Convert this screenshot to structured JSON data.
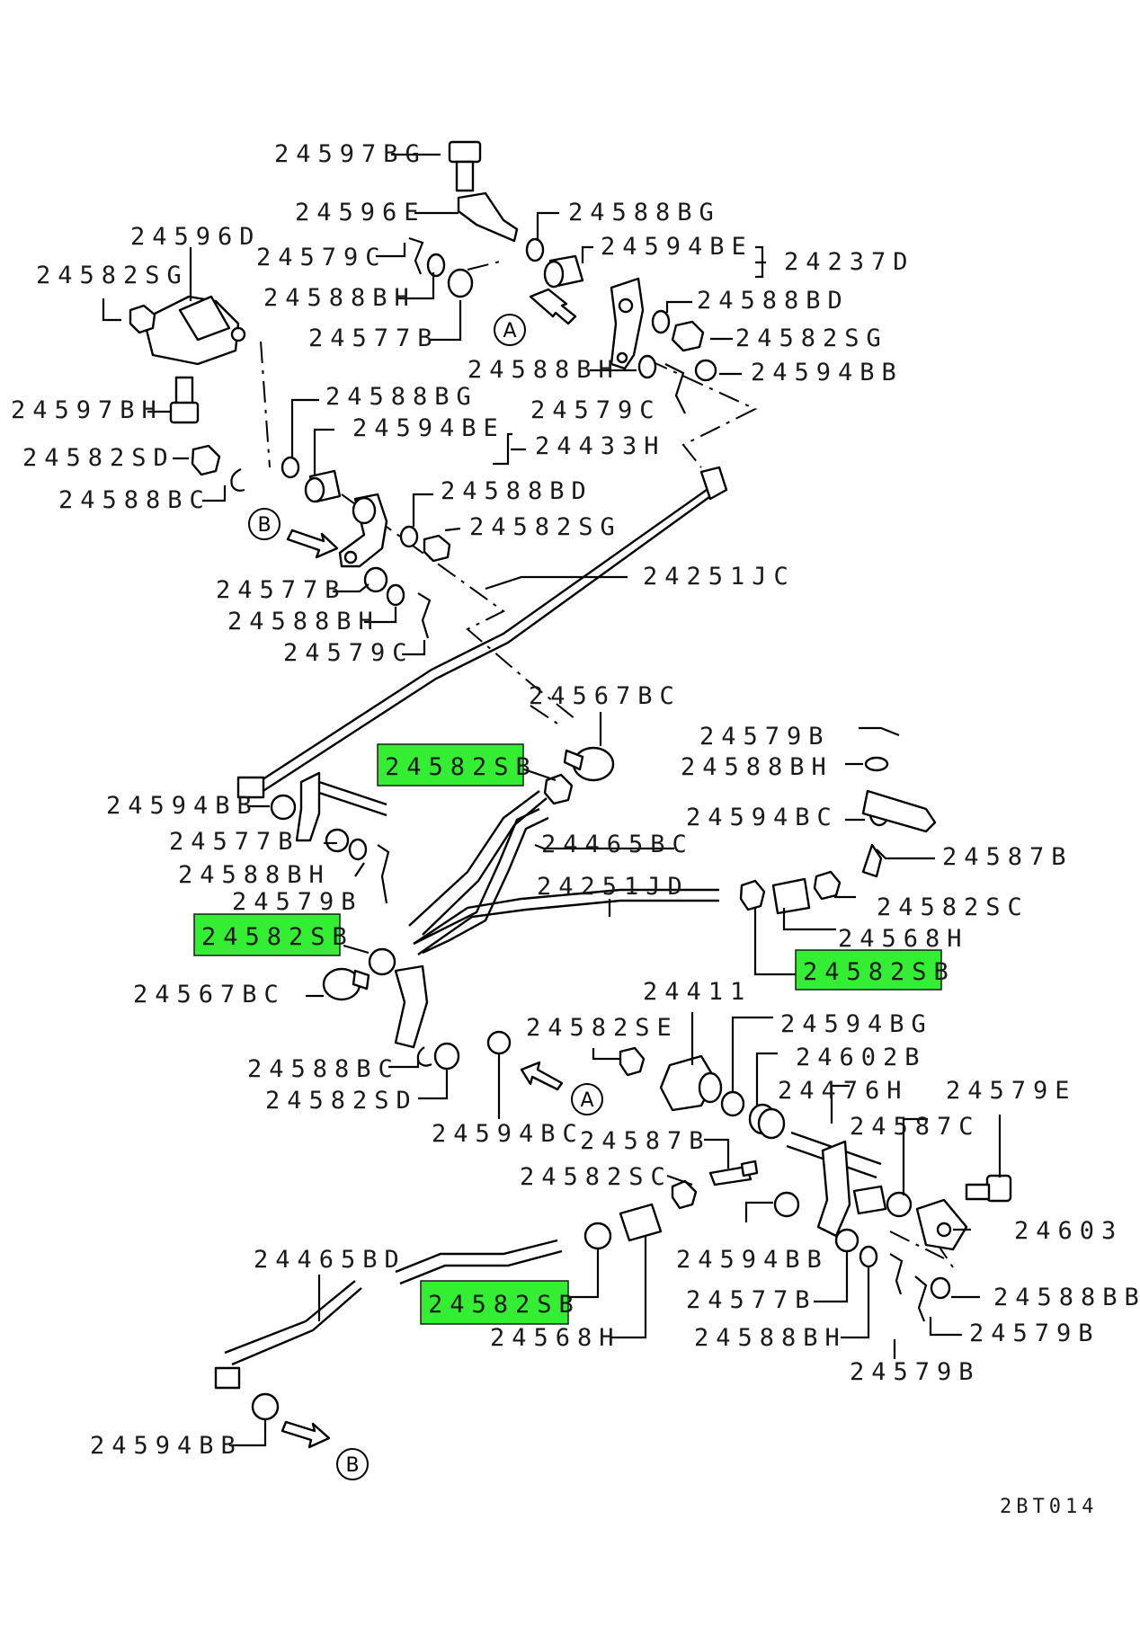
{
  "accent_color": "#33ee33",
  "diagram_code": "2BT014",
  "labels": [
    {
      "id": "l1",
      "text": "24597BG"
    },
    {
      "id": "l2",
      "text": "24596E"
    },
    {
      "id": "l3",
      "text": "24588BG"
    },
    {
      "id": "l4",
      "text": "24596D"
    },
    {
      "id": "l5",
      "text": "24579C"
    },
    {
      "id": "l6",
      "text": "24594BE"
    },
    {
      "id": "l7",
      "text": "24237D"
    },
    {
      "id": "l8",
      "text": "24582SG"
    },
    {
      "id": "l9",
      "text": "24588BH"
    },
    {
      "id": "l10",
      "text": "24588BD"
    },
    {
      "id": "l11",
      "text": "24577B"
    },
    {
      "id": "l12",
      "text": "24582SG"
    },
    {
      "id": "l13",
      "text": "24588BH"
    },
    {
      "id": "l14",
      "text": "24594BB"
    },
    {
      "id": "l15",
      "text": "24597BH"
    },
    {
      "id": "l16",
      "text": "24579C"
    },
    {
      "id": "l17",
      "text": "24588BG"
    },
    {
      "id": "l18",
      "text": "24594BE"
    },
    {
      "id": "l19",
      "text": "24582SD"
    },
    {
      "id": "l20",
      "text": "24433H"
    },
    {
      "id": "l21",
      "text": "24588BC"
    },
    {
      "id": "l22",
      "text": "24588BD"
    },
    {
      "id": "l23",
      "text": "24582SG"
    },
    {
      "id": "l24",
      "text": "24251JC"
    },
    {
      "id": "l25",
      "text": "24577B"
    },
    {
      "id": "l26",
      "text": "24588BH"
    },
    {
      "id": "l27",
      "text": "24579C"
    },
    {
      "id": "l28",
      "text": "24567BC"
    },
    {
      "id": "l29",
      "text": "24579B"
    },
    {
      "id": "l30",
      "text": "24582SB",
      "highlight": true
    },
    {
      "id": "l31",
      "text": "24588BH"
    },
    {
      "id": "l32",
      "text": "24594BB"
    },
    {
      "id": "l33",
      "text": "24594BC"
    },
    {
      "id": "l34",
      "text": "24577B"
    },
    {
      "id": "l35",
      "text": "24465BC"
    },
    {
      "id": "l36",
      "text": "24587B"
    },
    {
      "id": "l37",
      "text": "24588BH"
    },
    {
      "id": "l38",
      "text": "24251JD"
    },
    {
      "id": "l39",
      "text": "24579B"
    },
    {
      "id": "l40",
      "text": "24582SC"
    },
    {
      "id": "l41",
      "text": "24582SB",
      "highlight": true
    },
    {
      "id": "l42",
      "text": "24568H"
    },
    {
      "id": "l43",
      "text": "24582SB",
      "highlight": true
    },
    {
      "id": "l44",
      "text": "24567BC"
    },
    {
      "id": "l45",
      "text": "24411"
    },
    {
      "id": "l46",
      "text": "24582SE"
    },
    {
      "id": "l47",
      "text": "24594BG"
    },
    {
      "id": "l48",
      "text": "24602B"
    },
    {
      "id": "l49",
      "text": "24588BC"
    },
    {
      "id": "l50",
      "text": "24476H"
    },
    {
      "id": "l51",
      "text": "24579E"
    },
    {
      "id": "l52",
      "text": "24582SD"
    },
    {
      "id": "l53",
      "text": "24587C"
    },
    {
      "id": "l54",
      "text": "24594BC"
    },
    {
      "id": "l55",
      "text": "24587B"
    },
    {
      "id": "l56",
      "text": "24582SC"
    },
    {
      "id": "l57",
      "text": "24603"
    },
    {
      "id": "l58",
      "text": "24465BD"
    },
    {
      "id": "l59",
      "text": "24594BB"
    },
    {
      "id": "l60",
      "text": "24582SB",
      "highlight": true
    },
    {
      "id": "l61",
      "text": "24577B"
    },
    {
      "id": "l62",
      "text": "24588BB"
    },
    {
      "id": "l63",
      "text": "24568H"
    },
    {
      "id": "l64",
      "text": "24588BH"
    },
    {
      "id": "l65",
      "text": "24579B"
    },
    {
      "id": "l66",
      "text": "24579B"
    },
    {
      "id": "l67",
      "text": "24594BB"
    }
  ],
  "markers": [
    {
      "id": "m1",
      "text": "A"
    },
    {
      "id": "m2",
      "text": "B"
    },
    {
      "id": "m3",
      "text": "A"
    },
    {
      "id": "m4",
      "text": "B"
    }
  ]
}
